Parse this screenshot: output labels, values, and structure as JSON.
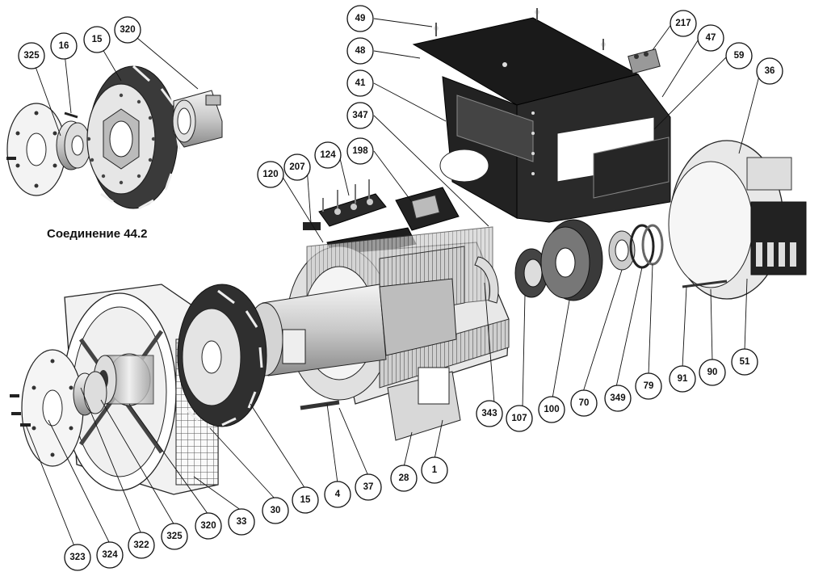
{
  "caption": "Соединение 44.2",
  "callouts": [
    {
      "id": "325a",
      "label": "325"
    },
    {
      "id": "16",
      "label": "16"
    },
    {
      "id": "15a",
      "label": "15"
    },
    {
      "id": "320a",
      "label": "320"
    },
    {
      "id": "49",
      "label": "49"
    },
    {
      "id": "48",
      "label": "48"
    },
    {
      "id": "41",
      "label": "41"
    },
    {
      "id": "347",
      "label": "347"
    },
    {
      "id": "217",
      "label": "217"
    },
    {
      "id": "47",
      "label": "47"
    },
    {
      "id": "59",
      "label": "59"
    },
    {
      "id": "36",
      "label": "36"
    },
    {
      "id": "120",
      "label": "120"
    },
    {
      "id": "207",
      "label": "207"
    },
    {
      "id": "124",
      "label": "124"
    },
    {
      "id": "198",
      "label": "198"
    },
    {
      "id": "343",
      "label": "343"
    },
    {
      "id": "107",
      "label": "107"
    },
    {
      "id": "100",
      "label": "100"
    },
    {
      "id": "70",
      "label": "70"
    },
    {
      "id": "349",
      "label": "349"
    },
    {
      "id": "79",
      "label": "79"
    },
    {
      "id": "91",
      "label": "91"
    },
    {
      "id": "90",
      "label": "90"
    },
    {
      "id": "51",
      "label": "51"
    },
    {
      "id": "1",
      "label": "1"
    },
    {
      "id": "28",
      "label": "28"
    },
    {
      "id": "37",
      "label": "37"
    },
    {
      "id": "4",
      "label": "4"
    },
    {
      "id": "15b",
      "label": "15"
    },
    {
      "id": "30",
      "label": "30"
    },
    {
      "id": "33",
      "label": "33"
    },
    {
      "id": "320b",
      "label": "320"
    },
    {
      "id": "325b",
      "label": "325"
    },
    {
      "id": "322",
      "label": "322"
    },
    {
      "id": "324",
      "label": "324"
    },
    {
      "id": "323",
      "label": "323"
    }
  ]
}
